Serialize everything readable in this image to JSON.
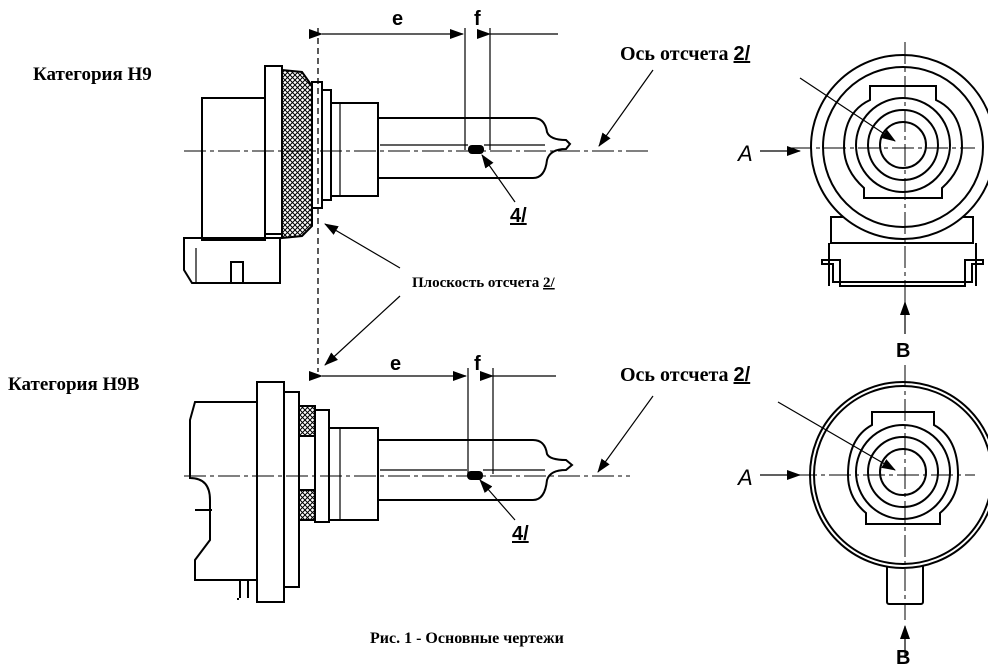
{
  "labels": {
    "category_h9": "Категория Н9",
    "category_h9b": "Категория Н9В",
    "reference_axis_prefix": "Ось отсчета ",
    "reference_axis_note": "2/",
    "reference_plane_prefix": "Плоскость отсчета ",
    "reference_plane_note": "2/",
    "note_4": "4/",
    "dim_e": "e",
    "dim_f": "f",
    "view_a": "A",
    "view_b": "B",
    "caption": "Рис. 1 - Основные чертежи"
  },
  "colors": {
    "ink": "#000000",
    "paper": "#ffffff"
  }
}
